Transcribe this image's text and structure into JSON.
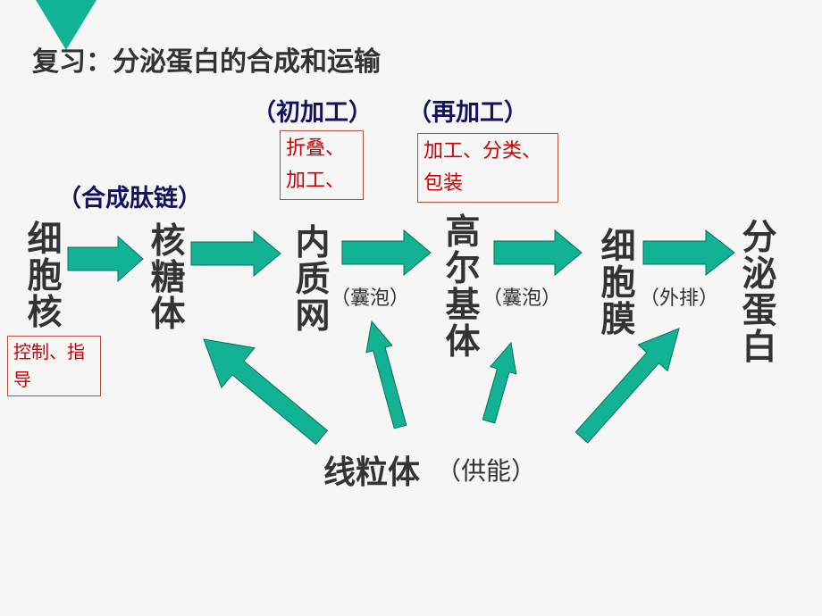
{
  "title": "复习：分泌蛋白的合成和运输",
  "stages": {
    "first_processing": "（初加工）",
    "second_processing": "（再加工）",
    "peptide_synthesis": "（合成肽链）"
  },
  "boxes": {
    "er_box": "折叠、加工、",
    "golgi_box": "加工、分类、包装",
    "nucleus_box": "控制、指导"
  },
  "organelles": {
    "nucleus": "细胞核",
    "ribosome": "核糖体",
    "er": "内质网",
    "golgi": "高尔基体",
    "membrane": "细胞膜",
    "protein": "分泌蛋白"
  },
  "notes": {
    "vesicle1": "（囊泡）",
    "vesicle2": "（囊泡）",
    "exocytosis": "（外排）"
  },
  "mitochondria": {
    "label": "线粒体",
    "note": "（供能）"
  },
  "colors": {
    "arrow": "#12b394",
    "stage": "#121260",
    "box_text": "#cc0000"
  }
}
